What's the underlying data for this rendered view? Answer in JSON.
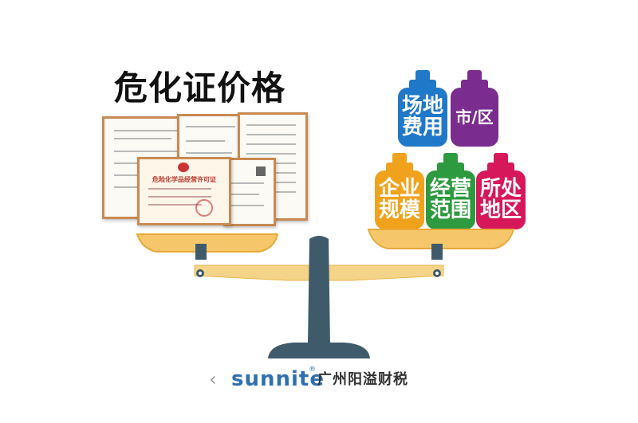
{
  "title": "危化证价格",
  "weights": {
    "venue_fee": {
      "line1": "场地",
      "line2": "费用",
      "color": "#1f78c8"
    },
    "city_district": {
      "line1": "市/区",
      "color": "#7a2d8f"
    },
    "business_scale": {
      "line1": "企业",
      "line2": "规模",
      "color": "#f0a21c"
    },
    "business_scope": {
      "line1": "经营",
      "line2": "范围",
      "color": "#2e9a3f"
    },
    "location_area": {
      "line1": "所处",
      "line2": "地区",
      "color": "#d6185b"
    }
  },
  "certificate": {
    "heading": "危险化学品经营许可证"
  },
  "scale": {
    "pan_color": "#f5c76a",
    "pan_edge": "#e9a93b",
    "beam_color": "#f3d488",
    "post_color": "#3f5a6b"
  },
  "footer": {
    "arrow": "‹",
    "brand": "sunnite",
    "registered": "®",
    "company": "广州阳溢财税"
  }
}
